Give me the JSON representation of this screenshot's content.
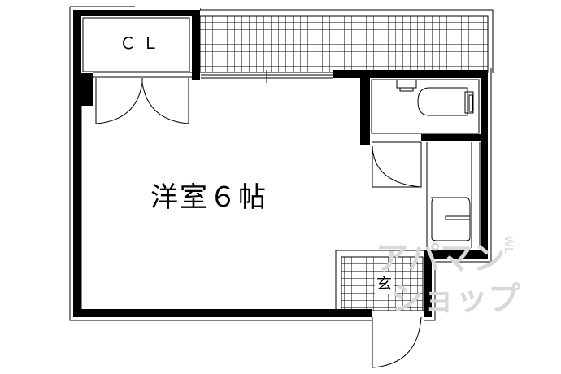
{
  "rooms": {
    "main_room": "洋室６帖",
    "closet": "ＣＬ",
    "entrance": "玄"
  },
  "watermark": {
    "line1": "アパマン",
    "line2": "ショップ",
    "mark": "WL"
  },
  "colors": {
    "wall": "#000000",
    "line": "#000000",
    "watermark": "#d8d8d8"
  }
}
